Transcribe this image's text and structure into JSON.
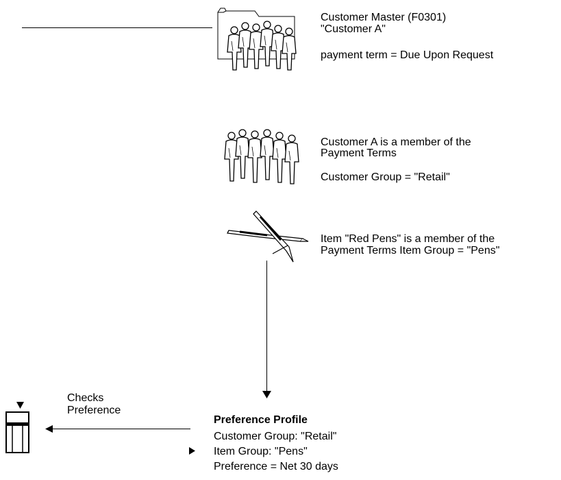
{
  "customer_master": {
    "title": "Customer Master (F0301)",
    "name": "\"Customer A\"",
    "payment_term": "payment term = Due Upon Request"
  },
  "customer_group": {
    "line1": "Customer A is a member of the",
    "line2": "Payment Terms",
    "line3": "Customer Group = \"Retail\""
  },
  "item_group": {
    "line1": "Item \"Red Pens\" is a member of the",
    "line2": "Payment Terms Item Group = \"Pens\""
  },
  "checks_label": {
    "line1": "Checks",
    "line2": "Preference"
  },
  "preference_profile": {
    "title": "Preference Profile",
    "customer_group": "Customer Group: \"Retail\"",
    "item_group": "Item Group: \"Pens\"",
    "preference": "Preference = Net 30 days"
  },
  "icons": {
    "folder_people": "folder-people-icon",
    "people": "people-group-icon",
    "pens": "pens-icon",
    "document": "document-icon"
  }
}
